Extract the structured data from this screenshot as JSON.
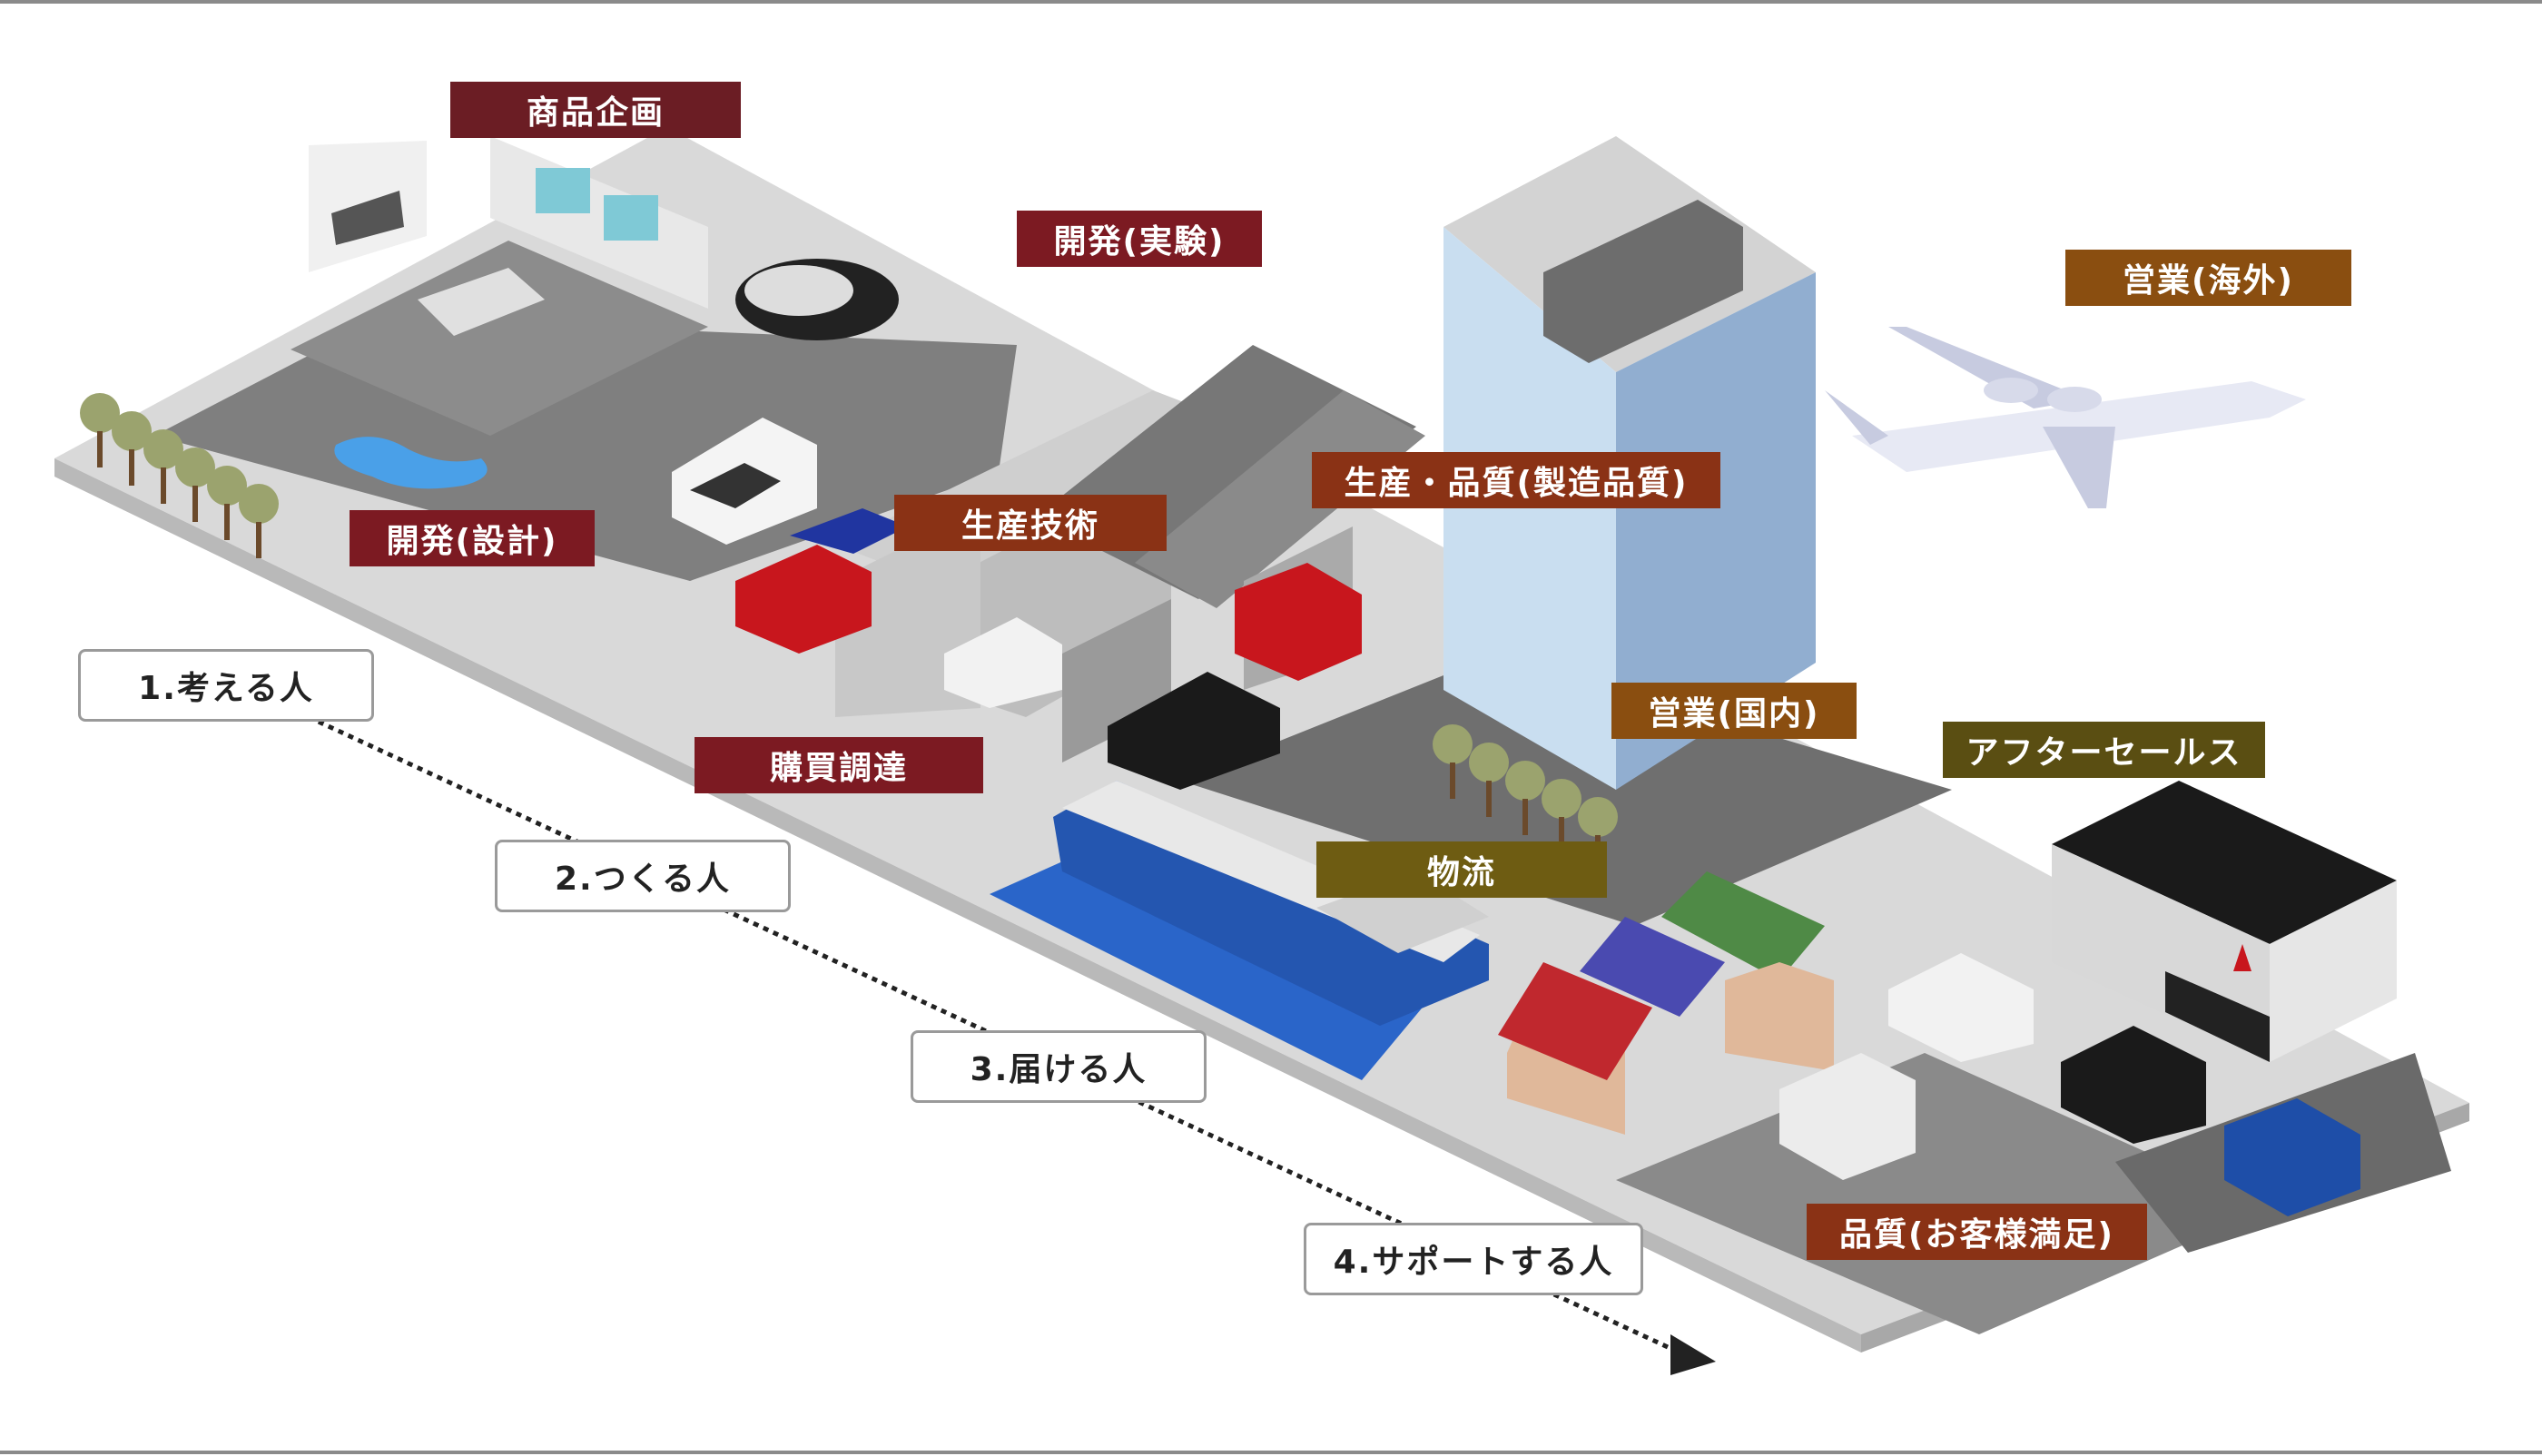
{
  "callouts": {
    "product_planning": "商品企画",
    "dev_testing": "開発(実験)",
    "dev_design": "開発(設計)",
    "prod_engineering": "生産技術",
    "prod_quality": "生産・品質(製造品質)",
    "procurement": "購買調達",
    "logistics": "物流",
    "sales_domestic": "営業(国内)",
    "sales_overseas": "営業(海外)",
    "after_sales": "アフターセールス",
    "quality_cs": "品質(お客様満足)"
  },
  "steps": {
    "think": "1.考える人",
    "make": "2.つくる人",
    "deliver": "3.届ける人",
    "support": "4.サポートする人"
  },
  "colors": {
    "planning": "#6b1d24",
    "development": "#7c1a22",
    "production": "#8a3215",
    "sales": "#8a4e10",
    "logistics": "#6e5c12",
    "after_sales": "#5a4e12",
    "ground": "#d8d8d8",
    "water": "#2a65c9"
  }
}
